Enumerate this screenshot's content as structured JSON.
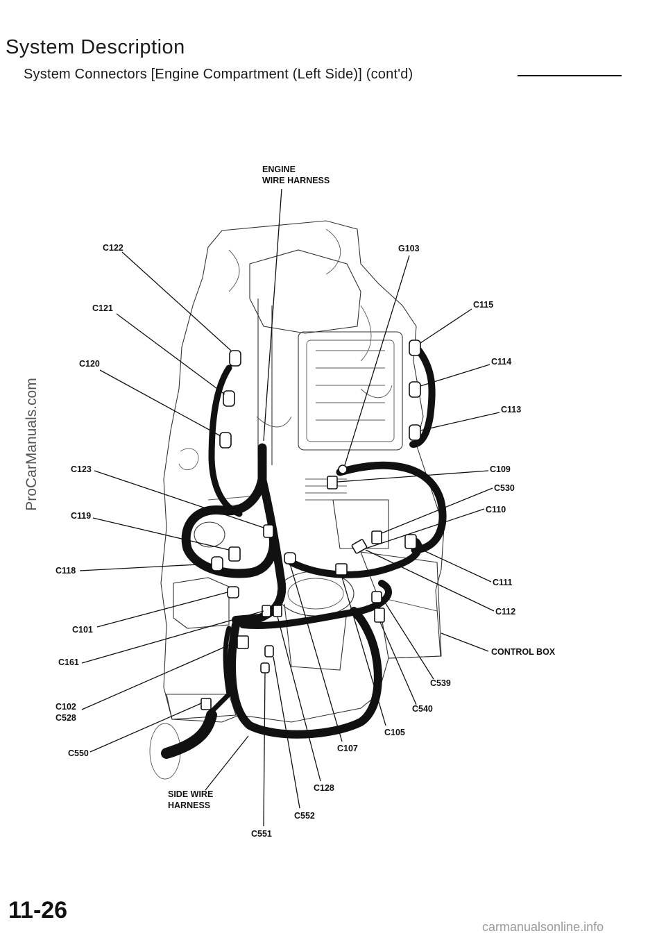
{
  "header": {
    "title": "System Description",
    "subtitle": "System Connectors [Engine Compartment (Left Side)] (cont'd)"
  },
  "diagram": {
    "callouts": {
      "engine_wire_harness": [
        "ENGINE",
        "WIRE HARNESS"
      ],
      "side_wire_harness": [
        "SIDE WIRE",
        "HARNESS"
      ],
      "control_box": "CONTROL BOX",
      "g103": "G103",
      "c122": "C122",
      "c121": "C121",
      "c120": "C120",
      "c123": "C123",
      "c119": "C119",
      "c118": "C118",
      "c101": "C101",
      "c161": "C161",
      "c102_c528": [
        "C102",
        "C528"
      ],
      "c550": "C550",
      "c115": "C115",
      "c114": "C114",
      "c113": "C113",
      "c109": "C109",
      "c530": "C530",
      "c110": "C110",
      "c111": "C111",
      "c112": "C112",
      "c539": "C539",
      "c540": "C540",
      "c105": "C105",
      "c107": "C107",
      "c128": "C128",
      "c552": "C552",
      "c551": "C551"
    }
  },
  "footer": {
    "page_number": "11-26",
    "side_watermark": "ProCarManuals.com",
    "bottom_watermark": "carmanualsonline.info"
  }
}
